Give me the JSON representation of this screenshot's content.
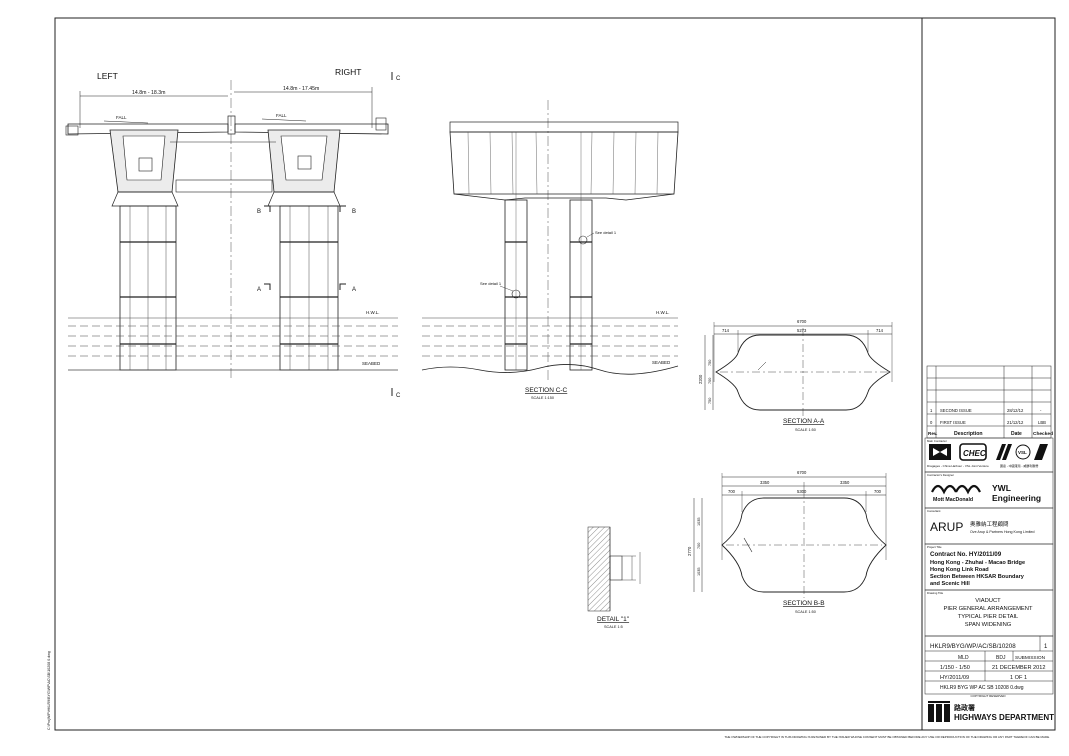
{
  "views": {
    "left_label": "LEFT",
    "right_label": "RIGHT",
    "dim_left": "14.8m - 18.3m",
    "dim_right": "14.8m - 17.45m",
    "fall": "FALL",
    "section_mark_c": "C",
    "section_mark_a": "A",
    "section_mark_b": "B",
    "hwl": "H.W.L.",
    "seabed": "SEABED",
    "see_detail": "See detail 1",
    "section_cc_title": "SECTION C-C",
    "section_cc_scale": "SCALE 1:150",
    "section_aa_title": "SECTION A-A",
    "section_aa_scale": "SCALE 1:50",
    "section_bb_title": "SECTION B-B",
    "section_bb_scale": "SCALE 1:50",
    "detail_title": "DETAIL \"1\"",
    "detail_scale": "SCALE 1:5",
    "aa_dims": {
      "overall": "6700",
      "end": "714",
      "middle": "5273",
      "depth": "2200",
      "d1": "750",
      "d2": "700",
      "d3": "750"
    },
    "bb_dims": {
      "overall": "6700",
      "half_l": "3350",
      "half_r": "3350",
      "end": "700",
      "middle": "5300",
      "depth": "2770",
      "d1": "1035",
      "d2": "700",
      "d3": "1035"
    },
    "side_path": "C:\\ProjWiP\\HKLR9\\BYG\\WP\\AC\\SB\\10208 0.dwg"
  },
  "title_block": {
    "revisions": [
      {
        "rev": "1",
        "desc": "SECOND ISSUE",
        "date": "28/12/12",
        "checked": "-"
      },
      {
        "rev": "0",
        "desc": "FIRST ISSUE",
        "date": "21/12/12",
        "checked": "LBB"
      }
    ],
    "rev_headers": {
      "rev": "Rev.",
      "desc": "Description",
      "date": "Date",
      "checked": "Checked"
    },
    "contractor_caption": "Main Contractor",
    "contractor_text": "Dragages - China Harbour - VSL Joint Venture",
    "contractor_cn": "寶嘉 - 中國港灣 - 威勝利聯營",
    "designer_caption": "Contractor's Designer",
    "mm_logo": "Mott MacDonald",
    "ywl_1": "YWL",
    "ywl_2": "Engineering",
    "consultant_caption": "Consultant",
    "arup": "ARUP",
    "arup_cn": "奧雅納工程顧問",
    "arup_sub": "Ove Arup & Partners Hong Kong Limited",
    "project_caption": "Project Title",
    "contract_no": "Contract No. HY/2011/09",
    "project_lines": [
      "Hong Kong - Zhuhai - Macao Bridge",
      "Hong Kong Link Road",
      "Section Between HKSAR Boundary",
      "and Scenic Hill"
    ],
    "drawing_caption": "Drawing Title",
    "drawing_lines": [
      "VIADUCT",
      "PIER GENERAL ARRANGEMENT",
      "TYPICAL PIER DETAIL",
      "SPAN WIDENING"
    ],
    "drawing_no": "HKLR9/BYG/WP/AC/SB/10208",
    "rev_no": "1",
    "drawn": "MLD",
    "checked_by": "BDJ",
    "status": "SUBMISSION",
    "scale": "1/150 - 1/50",
    "date": "21 DECEMBER 2012",
    "job_no": "HY/2011/09",
    "sheet": "1 OF 1",
    "file_name": "HKLR9 BYG WP AC SB 10208 0.dwg",
    "copyright": "COPYRIGHT RESERVED",
    "hd_cn": "路政署",
    "hd": "HIGHWAYS DEPARTMENT",
    "footer_note": "THE OWNERSHIP OF THE COPYRIGHT IN THIS DRAWING IS RETAINED BY THE ISSUER WHOSE CONSENT MUST BE OBTAINED BEFORE ANY USE OR REPRODUCTION OF THE DRAWING OR ANY PART THEREOF CAN BE MADE."
  }
}
